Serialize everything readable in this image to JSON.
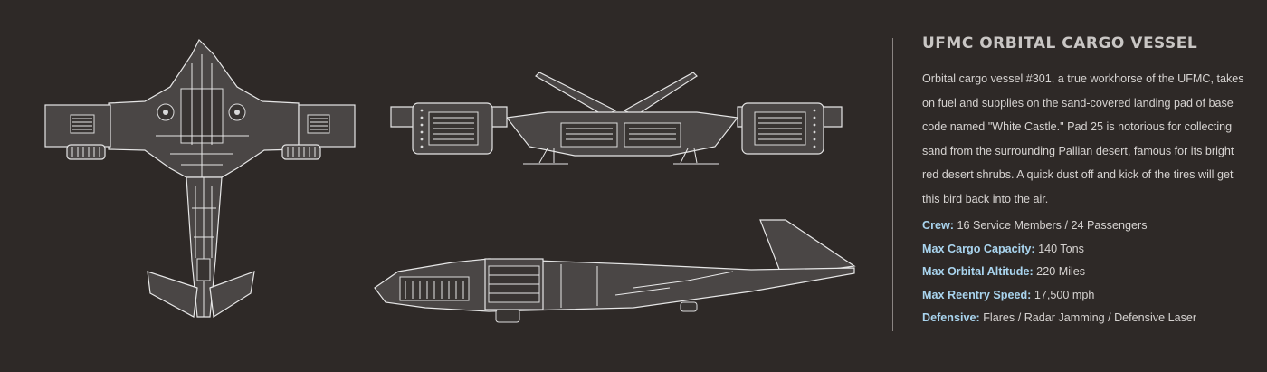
{
  "vessel": {
    "title": "UFMC ORBITAL CARGO VESSEL",
    "description": "Orbital cargo vessel #301, a true workhorse of the UFMC, takes on fuel and supplies on the sand-covered landing pad of base code named \"White Castle.\" Pad 25 is notorious for collecting sand from the surrounding Pallian desert, famous for its bright red desert shrubs. A quick dust off and kick of the tires will get this bird back into the air.",
    "specs": [
      {
        "label": "Crew:",
        "value": " 16 Service Members / 24 Passengers"
      },
      {
        "label": "Max Cargo Capacity:",
        "value": " 140 Tons"
      },
      {
        "label": "Max Orbital Altitude:",
        "value": " 220 Miles"
      },
      {
        "label": "Max Reentry Speed:",
        "value": " 17,500 mph"
      },
      {
        "label": "Defensive:",
        "value": " Flares / Radar Jamming / Defensive Laser"
      }
    ]
  },
  "colors": {
    "background": "#2e2927",
    "title": "#c9c6c4",
    "text": "#d6d3d1",
    "spec_label": "#a9d4ee"
  }
}
